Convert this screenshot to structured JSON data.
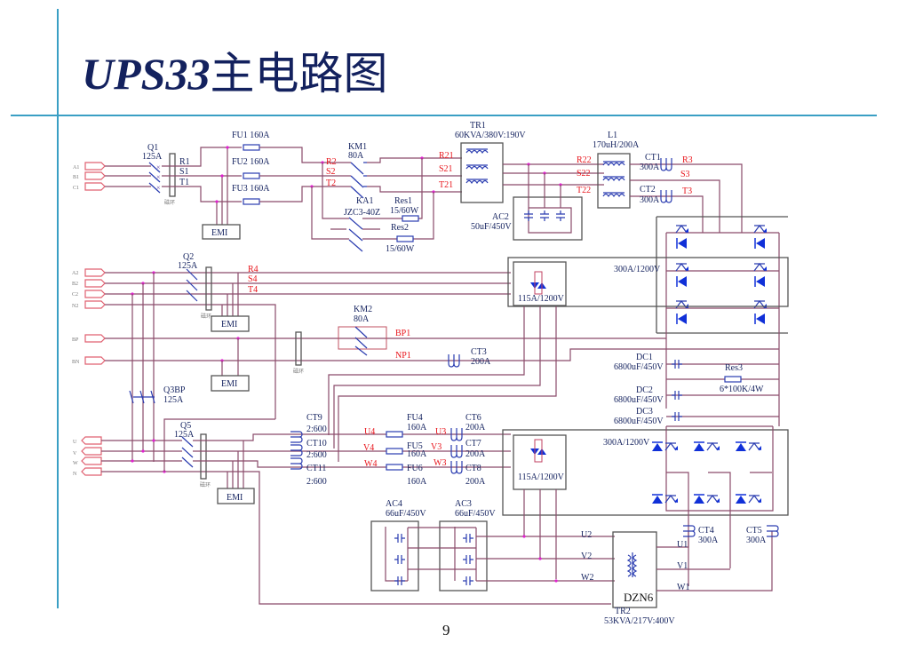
{
  "slide": {
    "title_latin": "UPS33",
    "title_cjk": "主电路图",
    "page_number": "9",
    "accent_color": "#3a9fc4",
    "title_color": "#13215e"
  },
  "terminals": {
    "mains1": [
      "A1",
      "B1",
      "C1"
    ],
    "mains2": [
      "A2",
      "B2",
      "C2",
      "N2"
    ],
    "battery": [
      "BP",
      "BN"
    ],
    "output": [
      "U",
      "V",
      "W",
      "N"
    ]
  },
  "components": {
    "Q1": {
      "name": "Q1",
      "rating": "125A"
    },
    "Q2": {
      "name": "Q2",
      "rating": "125A"
    },
    "Q3BP": {
      "name": "Q3BP",
      "rating": "125A"
    },
    "Q5": {
      "name": "Q5",
      "rating": "125A"
    },
    "FU1": "FU1  160A",
    "FU2": "FU2  160A",
    "FU3": "FU3  160A",
    "FU4": {
      "name": "FU4",
      "rating": "160A"
    },
    "FU5": {
      "name": "FU5",
      "rating": "160A"
    },
    "FU6": {
      "name": "FU6",
      "rating": "160A"
    },
    "KM1": {
      "name": "KM1",
      "rating": "80A"
    },
    "KM2": {
      "name": "KM2",
      "rating": "80A"
    },
    "KA1": {
      "name": "KA1",
      "model": "JZC3-40Z"
    },
    "Res1": {
      "name": "Res1",
      "rating": "15/60W"
    },
    "Res2": {
      "name": "Res2",
      "rating": "15/60W"
    },
    "Res3": {
      "name": "Res3",
      "rating": "6*100K/4W"
    },
    "TR1": {
      "name": "TR1",
      "rating": "60KVA/380V:190V"
    },
    "TR2": {
      "name": "TR2",
      "rating": "53KVA/217V:400V",
      "tag": "DZN6"
    },
    "L1": {
      "name": "L1",
      "rating": "170uH/200A"
    },
    "AC2": {
      "name": "AC2",
      "rating": "50uF/450V"
    },
    "AC3": {
      "name": "AC3",
      "rating": "66uF/450V"
    },
    "AC4": {
      "name": "AC4",
      "rating": "66uF/450V"
    },
    "CT1": {
      "name": "CT1",
      "rating": "300A"
    },
    "CT2": {
      "name": "CT2",
      "rating": "300A"
    },
    "CT3": {
      "name": "CT3",
      "rating": "200A"
    },
    "CT4": {
      "name": "CT4",
      "rating": "300A"
    },
    "CT5": {
      "name": "CT5",
      "rating": "300A"
    },
    "CT6": {
      "name": "CT6",
      "rating": "200A"
    },
    "CT7": {
      "name": "CT7",
      "rating": "200A"
    },
    "CT8": {
      "name": "CT8",
      "rating": "200A"
    },
    "CT9": {
      "name": "CT9",
      "rating": "2:600"
    },
    "CT10": {
      "name": "CT10",
      "rating": "2:600"
    },
    "CT11": {
      "name": "CT11",
      "rating": "2:600"
    },
    "DC1": {
      "name": "DC1",
      "rating": "6800uF/450V"
    },
    "DC2": {
      "name": "DC2",
      "rating": "6800uF/450V"
    },
    "DC3": {
      "name": "DC3",
      "rating": "6800uF/450V"
    },
    "SCR1": "115A/1200V",
    "SCR2": "115A/1200V",
    "IGBT_rect": "300A/1200V",
    "IGBT_inv": "300A/1200V",
    "EMI": "EMI",
    "ring": "磁环"
  },
  "nets": {
    "in1": [
      "R1",
      "S1",
      "T1"
    ],
    "in2": [
      "R2",
      "S2",
      "T2"
    ],
    "tr1": [
      "R21",
      "S21",
      "T21"
    ],
    "l1": [
      "R22",
      "S22",
      "T22"
    ],
    "rect": [
      "R3",
      "S3",
      "T3"
    ],
    "bypass": [
      "R4",
      "S4",
      "T4"
    ],
    "bat": [
      "BP1",
      "NP1"
    ],
    "out4": [
      "U4",
      "V4",
      "W4"
    ],
    "out3": [
      "U3",
      "V3",
      "W3"
    ],
    "out2": [
      "U2",
      "V2",
      "W2"
    ],
    "out1": [
      "U1",
      "V1",
      "W1"
    ]
  }
}
